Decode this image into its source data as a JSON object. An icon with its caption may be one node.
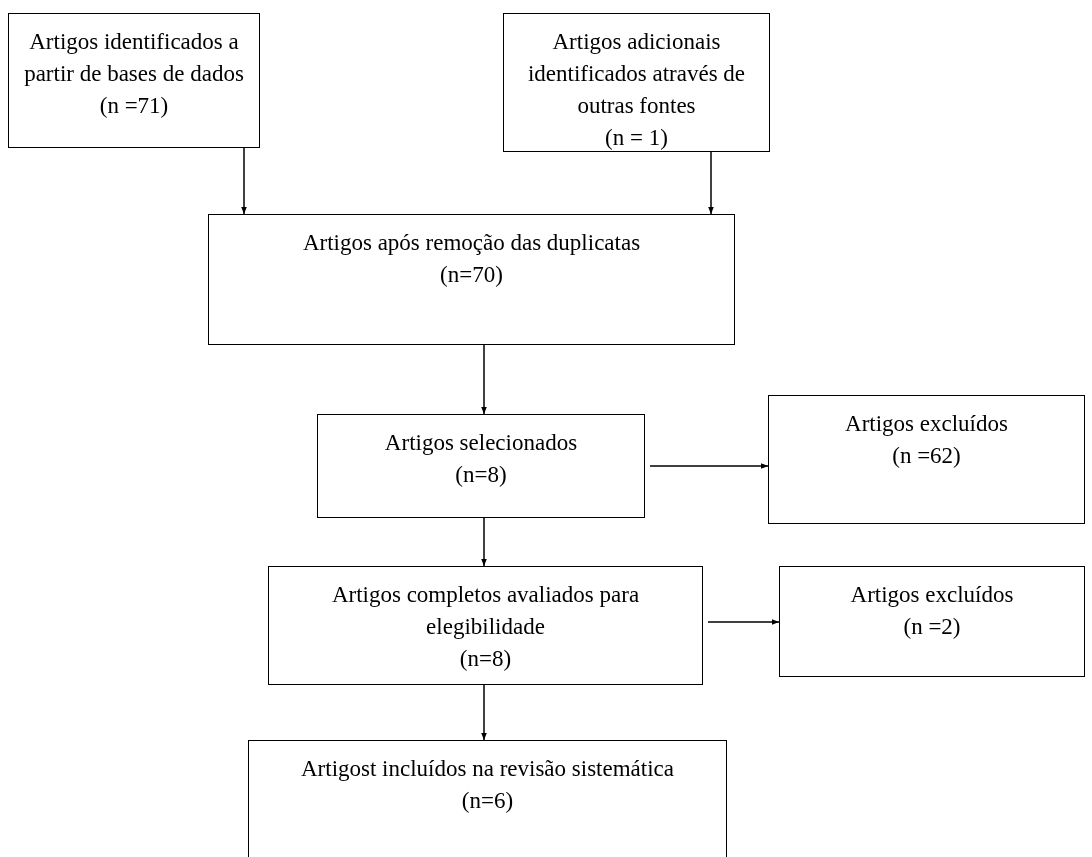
{
  "diagram": {
    "nodes": [
      {
        "text": [
          "Artigos identificados a partir de bases de dados",
          "(n =71)"
        ]
      },
      {
        "text": [
          "Artigos adicionais identificados através de outras fontes",
          "(n = 1)"
        ]
      },
      {
        "text": [
          "Artigos após remoção das duplicatas",
          "(n=70)"
        ]
      },
      {
        "text": [
          "Artigos selecionados",
          "(n=8)"
        ]
      },
      {
        "text": [
          "Artigos excluídos",
          "(n =62)"
        ]
      },
      {
        "text": [
          "Artigos completos avaliados para elegibilidade",
          "(n=8)"
        ]
      },
      {
        "text": [
          "Artigos excluídos",
          "(n =2)"
        ]
      },
      {
        "text": [
          "Artigost incluídos na revisão sistemática",
          "(n=6)"
        ]
      }
    ],
    "edges": [
      {
        "from": 0,
        "to": 2,
        "arrow": "to"
      },
      {
        "from": 1,
        "to": 2,
        "arrow": "to"
      },
      {
        "from": 2,
        "to": 3,
        "arrow": "to"
      },
      {
        "from": 3,
        "to": 4,
        "arrow": "to"
      },
      {
        "from": 3,
        "to": 5,
        "arrow": "to"
      },
      {
        "from": 5,
        "to": 6,
        "arrow": "to"
      },
      {
        "from": 5,
        "to": 7,
        "arrow": "to"
      }
    ]
  }
}
